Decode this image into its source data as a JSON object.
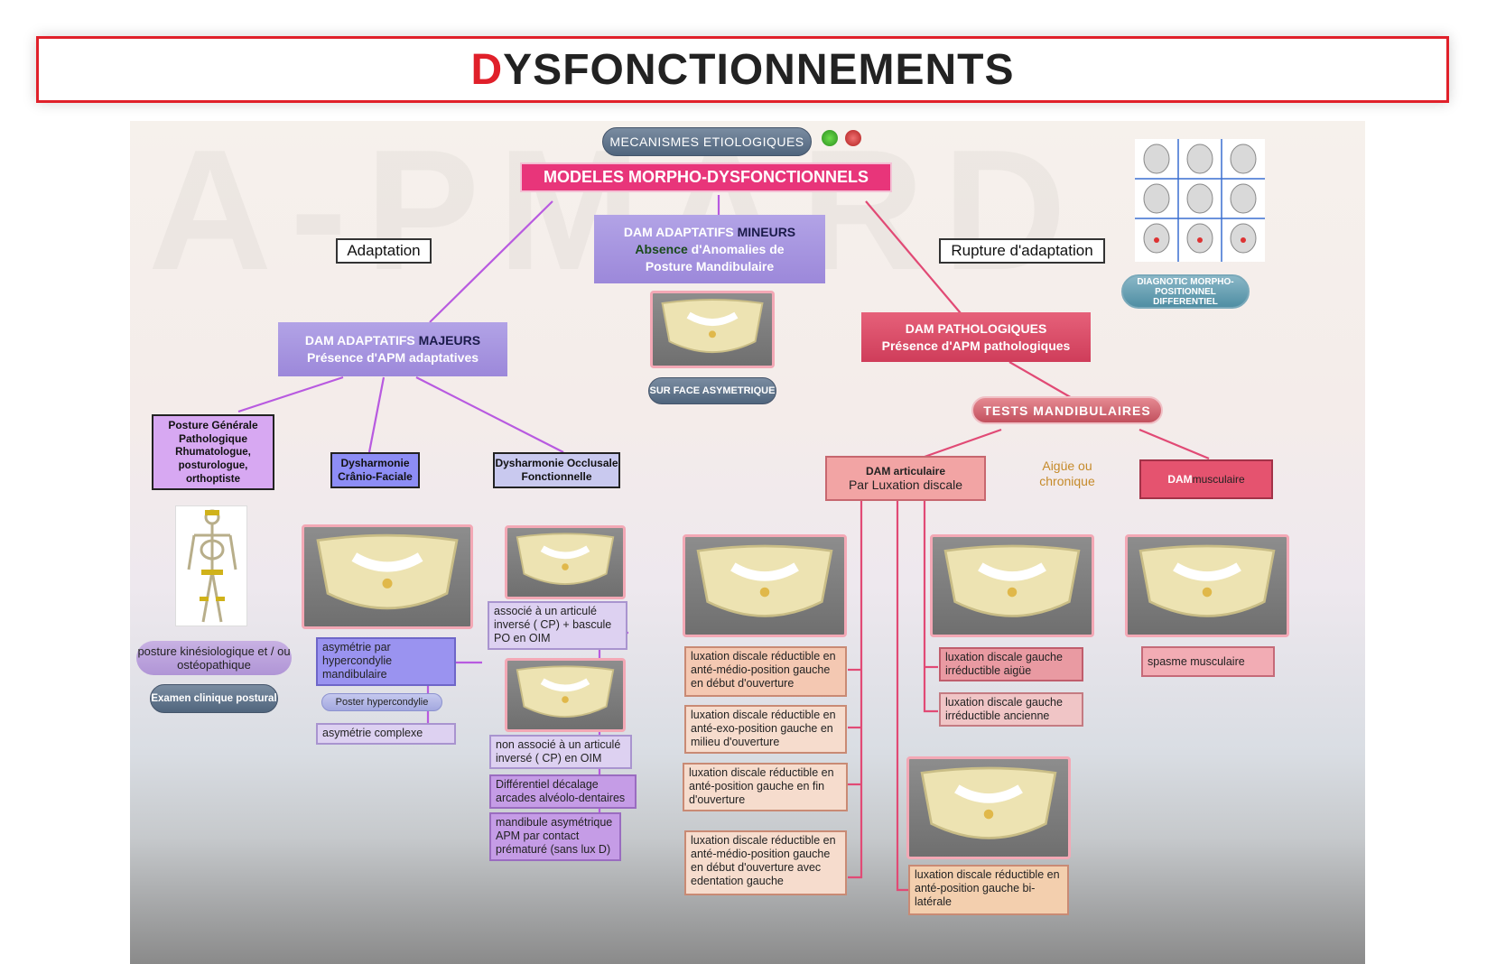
{
  "title": {
    "first_letter": "D",
    "rest": "YSFONCTIONNEMENTS"
  },
  "watermark": "A-PMARD",
  "top": {
    "mecanismes": "MECANISMES ETIOLOGIQUES",
    "modeles": "MODELES MORPHO-DYSFONCTIONNELS"
  },
  "labels": {
    "adaptation": "Adaptation",
    "rupture": "Rupture d'adaptation"
  },
  "mineurs": {
    "line1a": "DAM  ADAPTATIFS ",
    "line1b": "MINEURS",
    "line2a": "Absence",
    "line2b": " d'Anomalies de",
    "line3": "Posture Mandibulaire",
    "button": "SUR FACE ASYMETRIQUE"
  },
  "majeurs": {
    "line1a": "DAM  ADAPTATIFS ",
    "line1b": "MAJEURS",
    "line2": "Présence d'APM adaptatives"
  },
  "pathologiques": {
    "line1": "DAM  PATHOLOGIQUES",
    "line2": "Présence d'APM pathologiques"
  },
  "diagnostic": "DIAGNOTIC MORPHO-POSITIONNEL DIFFERENTIEL",
  "tests": "TESTS  MANDIBULAIRES",
  "posture": {
    "title": "Posture Générale Pathologique",
    "sub": "Rhumatologue, posturologue, orthoptiste",
    "pill": "posture kinésiologique et / ou ostéopathique",
    "exam": "Examen clinique postural"
  },
  "craniofaciale": {
    "title": "Dysharmonie Crânio-Faciale"
  },
  "occlusale": {
    "title": "Dysharmonie Occlusale Fonctionnelle"
  },
  "majeurs_notes": {
    "asym_hyper": "asymétrie par hypercondylie mandibulaire",
    "poster": "Poster hypercondylie",
    "asym_complexe": "asymétrie complexe"
  },
  "occlusal_notes": {
    "n1": "associé à un articulé inversé ( CP) + bascule PO en OIM",
    "n2": "non associé à un articulé inversé ( CP) en OIM",
    "n3": "Différentiel décalage arcades alvéolo-dentaires",
    "n4": "mandibule asymétrique APM par contact prématuré (sans lux D)"
  },
  "dam_articulaire": {
    "title": "DAM articulaire",
    "sub": "Par Luxation discale"
  },
  "aigue": "Aigüe ou chronique",
  "dam_musculaire": {
    "title_a": "DAM ",
    "title_b": "musculaire"
  },
  "luxation_notes": {
    "l1": "luxation discale réductible en anté-médio-position gauche en début d'ouverture",
    "l2": "luxation discale réductible en anté-exo-position gauche en milieu d'ouverture",
    "l3": "luxation discale réductible en anté-position gauche en fin d'ouverture",
    "l4": "luxation discale réductible en anté-médio-position gauche en début d'ouverture avec edentation gauche",
    "l5": "luxation discale réductible en anté-position gauche bi-latérale",
    "g1": "luxation discale gauche irréductible aigüe",
    "g2": "luxation discale gauche irréductible ancienne"
  },
  "spasme": "spasme musculaire",
  "colors": {
    "accent_red": "#e0202a",
    "pink": "#e8357a",
    "lavender": "#a594df",
    "path_red": "#d9486a"
  }
}
